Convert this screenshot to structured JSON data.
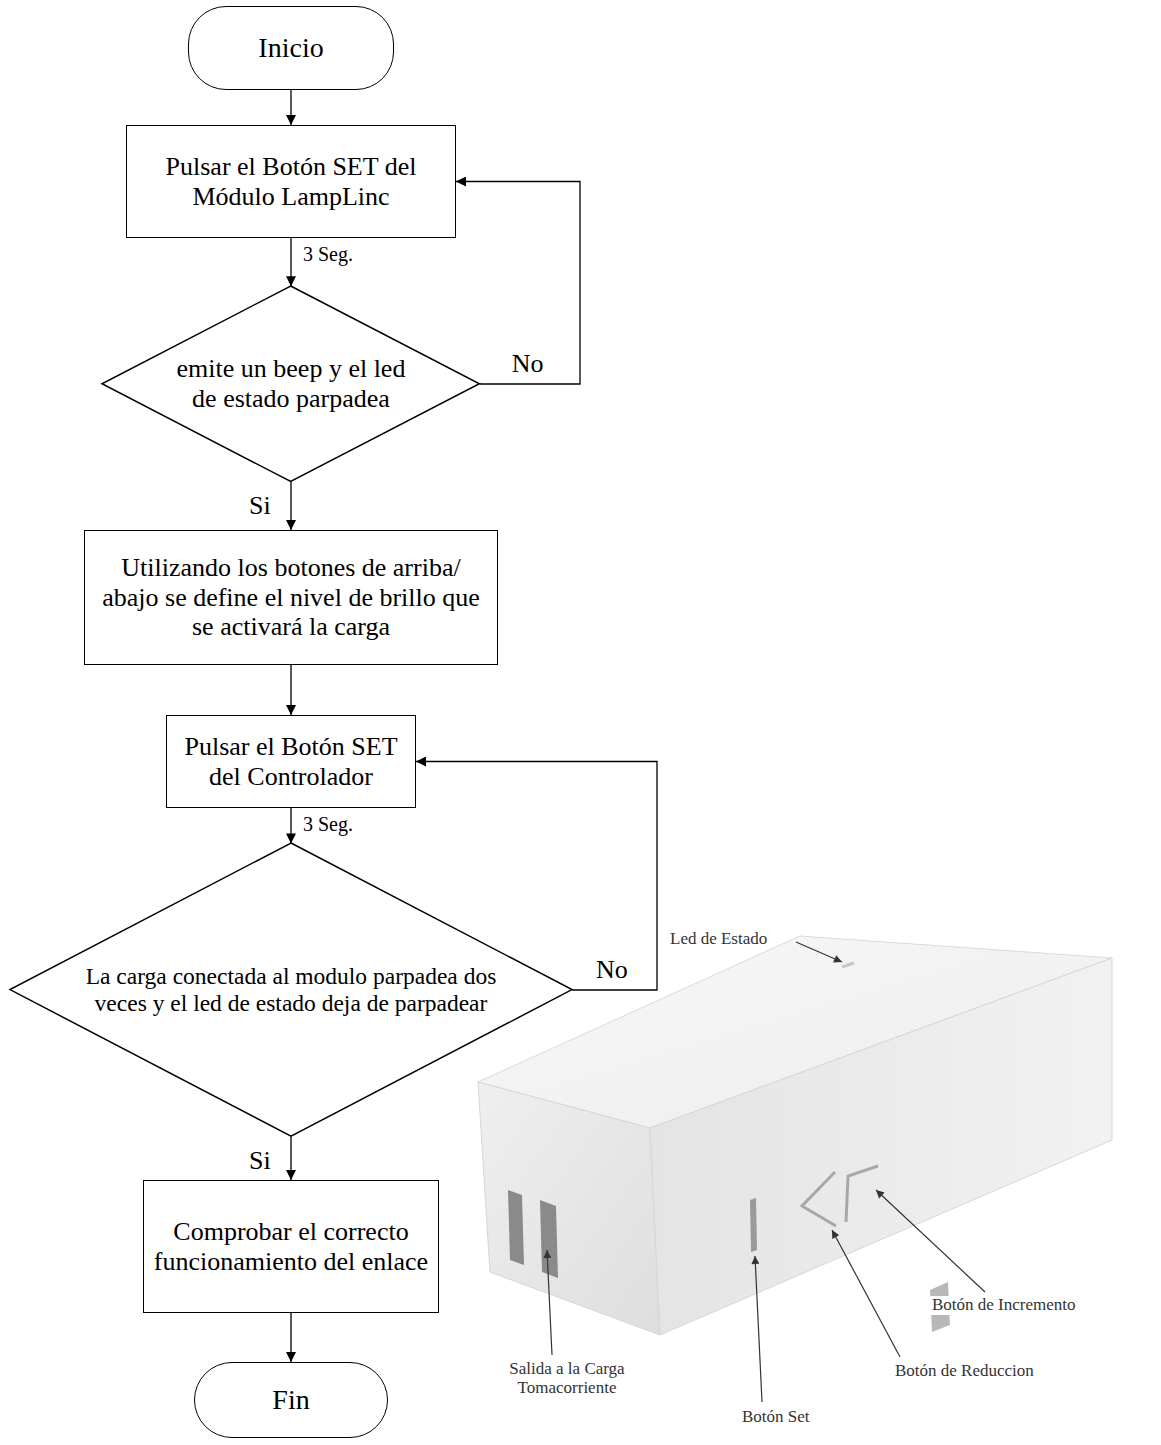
{
  "diagram": {
    "nodes": [
      {
        "text": [
          "Inicio"
        ]
      },
      {
        "text": [
          "Pulsar el Botón SET del Módulo LampLinc"
        ]
      },
      {
        "text": [
          "emite un beep y el led de estado parpadea"
        ]
      },
      {
        "text": [
          "Utilizando los botones de arriba/ abajo se define el nivel de brillo que se activará la carga"
        ]
      },
      {
        "text": [
          "Pulsar el Botón SET del Controlador"
        ]
      },
      {
        "text": [
          "La carga conectada al modulo parpadea dos veces y el led de estado deja de parpadear"
        ]
      },
      {
        "text": [
          "Comprobar el correcto funcionamiento del enlace"
        ]
      },
      {
        "text": [
          "Fin"
        ]
      }
    ],
    "edges": [
      {
        "from": 0,
        "to": 1,
        "arrow": "to"
      },
      {
        "from": 1,
        "to": 2,
        "label": "3 Seg.",
        "arrow": "to"
      },
      {
        "from": 2,
        "to": 1,
        "label": "No",
        "arrow": "to"
      },
      {
        "from": 2,
        "to": 3,
        "label": "Si",
        "arrow": "to"
      },
      {
        "from": 3,
        "to": 4,
        "arrow": "to"
      },
      {
        "from": 4,
        "to": 5,
        "label": "3 Seg.",
        "arrow": "to"
      },
      {
        "from": 5,
        "to": 4,
        "label": "No",
        "arrow": "to"
      },
      {
        "from": 5,
        "to": 6,
        "label": "Si",
        "arrow": "to"
      },
      {
        "from": 6,
        "to": 7,
        "arrow": "to"
      }
    ],
    "labels": [
      "Led de Estado",
      "Salida a la Carga Tomacorriente",
      "Botón Set",
      "Botón de Reduccion",
      "Botón de Incremento"
    ]
  }
}
